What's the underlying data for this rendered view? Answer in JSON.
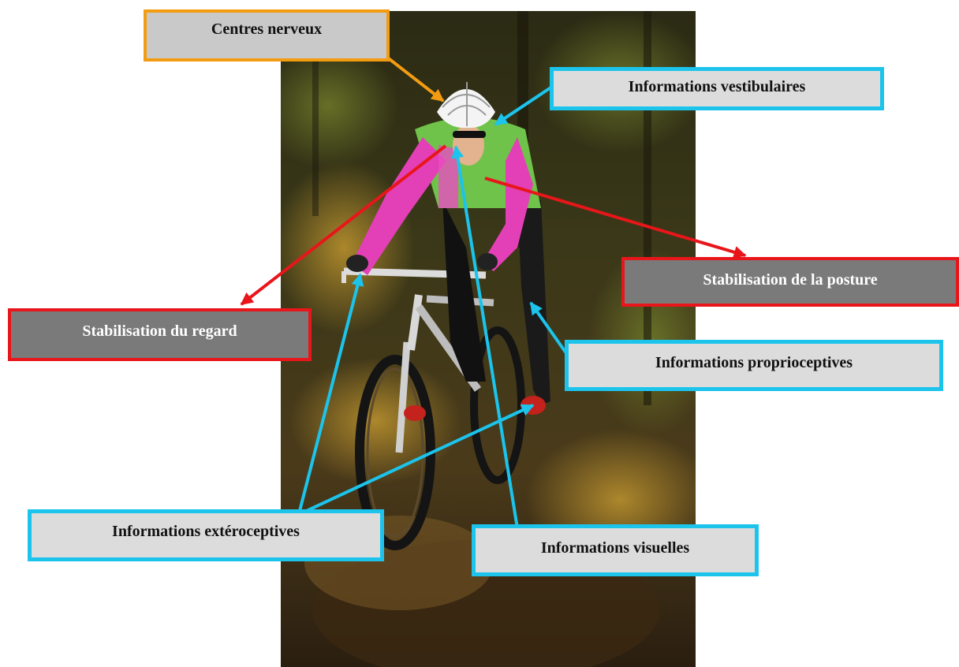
{
  "labels": {
    "centres_nerveux": "Centres nerveux",
    "informations_vestibulaires": "Informations vestibulaires",
    "stabilisation_posture": "Stabilisation de la posture",
    "stabilisation_regard": "Stabilisation du regard",
    "informations_proprioceptives": "Informations proprioceptives",
    "informations_exteroceptives": "Informations extéroceptives",
    "informations_visuelles": "Informations visuelles"
  },
  "colors": {
    "nerve_centers": "#f39c12",
    "sensory_input": "#1cc4ec",
    "motor_output": "#e8161a"
  },
  "photo": {
    "subject": "mountain-biker-on-forest-trail"
  }
}
